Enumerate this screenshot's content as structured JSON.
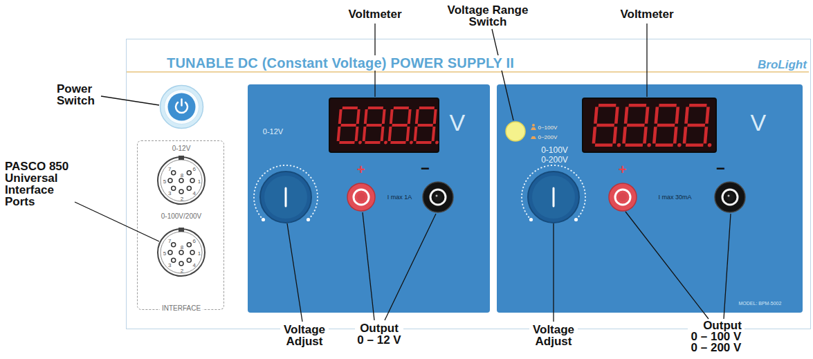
{
  "diagram": {
    "nodes": [
      {
        "text": [
          "TUNABLE DC (Constant Voltage) POWER SUPPLY II",
          "BroLight"
        ]
      },
      {
        "text": [
          "0-12V",
          "0-100V/200V",
          "INTERFACE"
        ],
        "in": 0
      },
      {
        "text": [
          "V",
          "0-12V",
          "+",
          "−",
          "I max 1A"
        ],
        "in": 0
      },
      {
        "text": [
          "0~100V",
          "0~200V",
          "V",
          "0-100V 0-200V",
          "+",
          "−",
          "I max 30mA",
          "MODEL: BPM-5002"
        ],
        "in": 0
      }
    ],
    "labels": [
      "Voltmeter",
      "Voltage Range Switch",
      "Voltmeter",
      "Power Switch",
      "PASCO 850 Universal Interface Ports",
      "Voltage Adjust",
      "Output 0 – 12 V",
      "Voltage Adjust",
      "Output 0 – 100 V 0 – 200 V",
      "7",
      "6",
      "5",
      "8",
      "1",
      "3",
      "2",
      "4",
      "7",
      "6",
      "5",
      "8",
      "1",
      "3",
      "2",
      "4"
    ]
  }
}
